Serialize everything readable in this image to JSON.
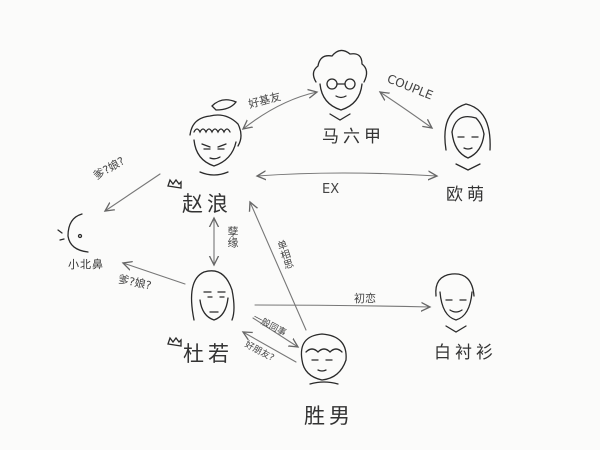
{
  "characters": {
    "zhaolang": "赵浪",
    "maliujia": "马六甲",
    "oumeng": "欧萌",
    "xiaobeibi": "小北鼻",
    "duruo": "杜若",
    "shengnan": "胜男",
    "baichenshan": "白衬衫"
  },
  "relations": {
    "best_friends": "好基友",
    "couple": "COUPLE",
    "ex": "EX",
    "parent1": "爹?娘?",
    "parent2": "爹?娘?",
    "fate": "孽缘",
    "unrequited": "单相思",
    "first_love": "初恋",
    "colleague": "一般同事",
    "good_friend": "好朋友?"
  },
  "colors": {
    "ink": "#2a2a2a",
    "arrow": "#777777",
    "paper": "#fbfbfa"
  }
}
